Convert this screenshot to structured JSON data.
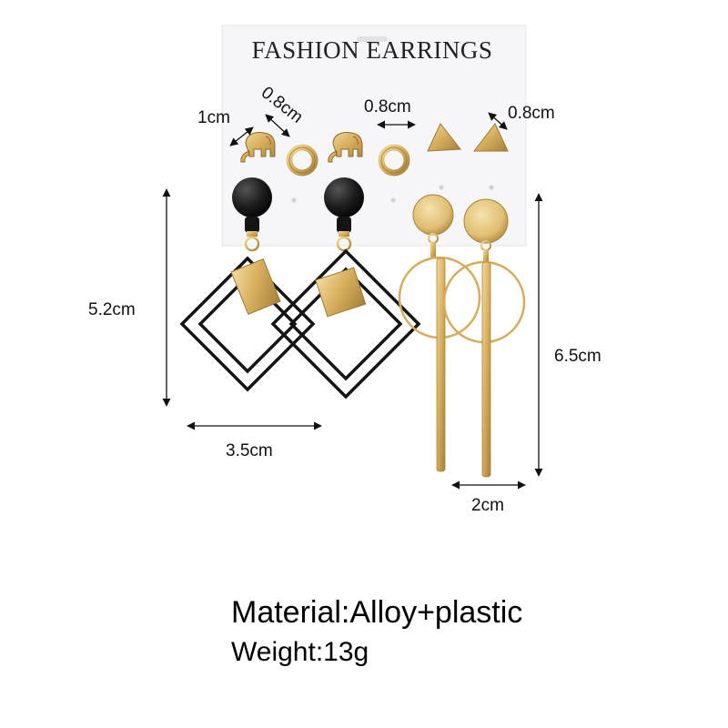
{
  "card": {
    "title": "FASHION EARRINGS"
  },
  "dimensions": {
    "elephant_stud": "1cm",
    "ring_stud": "0.8cm",
    "pair_spacing": "0.8cm",
    "triangle_stud": "0.8cm",
    "square_drop_height": "5.2cm",
    "square_drop_width": "3.5cm",
    "bar_drop_height": "6.5cm",
    "bar_drop_width": "2cm"
  },
  "specs": {
    "material": "Material:Alloy+plastic",
    "weight": "Weight:13g"
  },
  "colors": {
    "gold": "#d9b060",
    "gold_dark": "#a9853a",
    "black": "#151515",
    "card": "#f7f7f9",
    "arrow": "#111111"
  }
}
